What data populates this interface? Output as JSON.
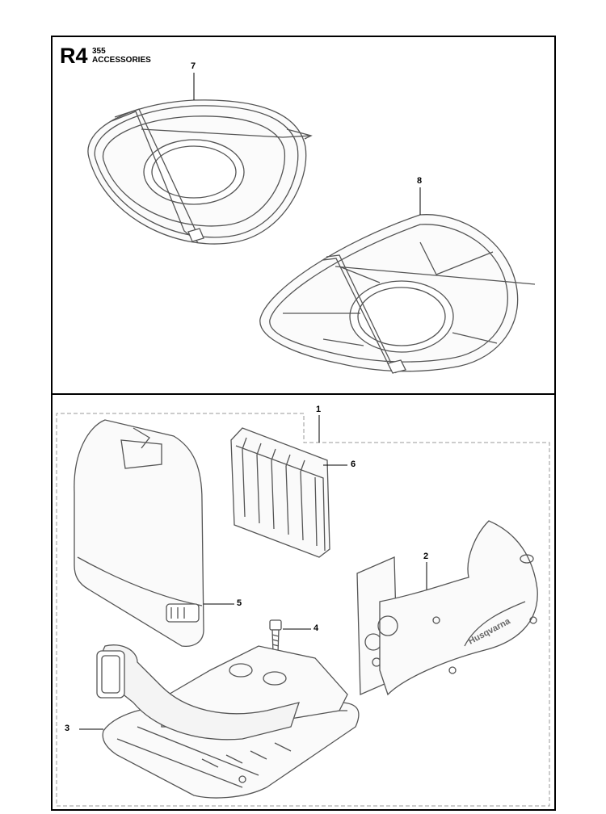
{
  "header": {
    "code": "R4",
    "model": "355",
    "title": "ACCESSORIES"
  },
  "callouts": {
    "c1": "1",
    "c2": "2",
    "c3": "3",
    "c4": "4",
    "c5": "5",
    "c6": "6",
    "c7": "7",
    "c8": "8"
  },
  "parts": [
    {
      "number": "7",
      "icon": "round-shield-icon"
    },
    {
      "number": "8",
      "icon": "teardrop-shield-icon"
    },
    {
      "number": "1",
      "icon": "air-filter-kit-group"
    },
    {
      "number": "2",
      "icon": "filter-housing-cover-icon"
    },
    {
      "number": "3",
      "icon": "filter-base-icon"
    },
    {
      "number": "4",
      "icon": "screw-icon"
    },
    {
      "number": "5",
      "icon": "filter-cover-icon"
    },
    {
      "number": "6",
      "icon": "filter-element-icon"
    }
  ]
}
